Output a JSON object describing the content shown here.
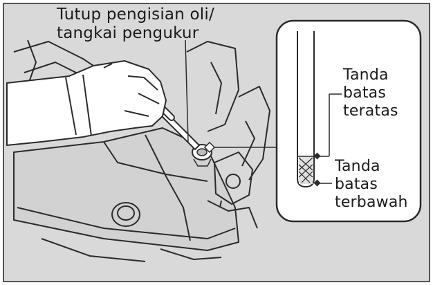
{
  "callout_main": {
    "line1": "Tutup pengisian oli/",
    "line2": "tangkai pengukur"
  },
  "callout_upper": {
    "line1": "Tanda",
    "line2": "batas",
    "line3": "teratas"
  },
  "callout_lower": {
    "line1": "Tanda",
    "line2": "batas",
    "line3": "terbawah"
  },
  "colors": {
    "background": "#d9d9d9",
    "frame": "#555555",
    "inset_background": "#ffffff",
    "line_art": "#2a2a2a",
    "hand_fill": "#ffffff"
  }
}
